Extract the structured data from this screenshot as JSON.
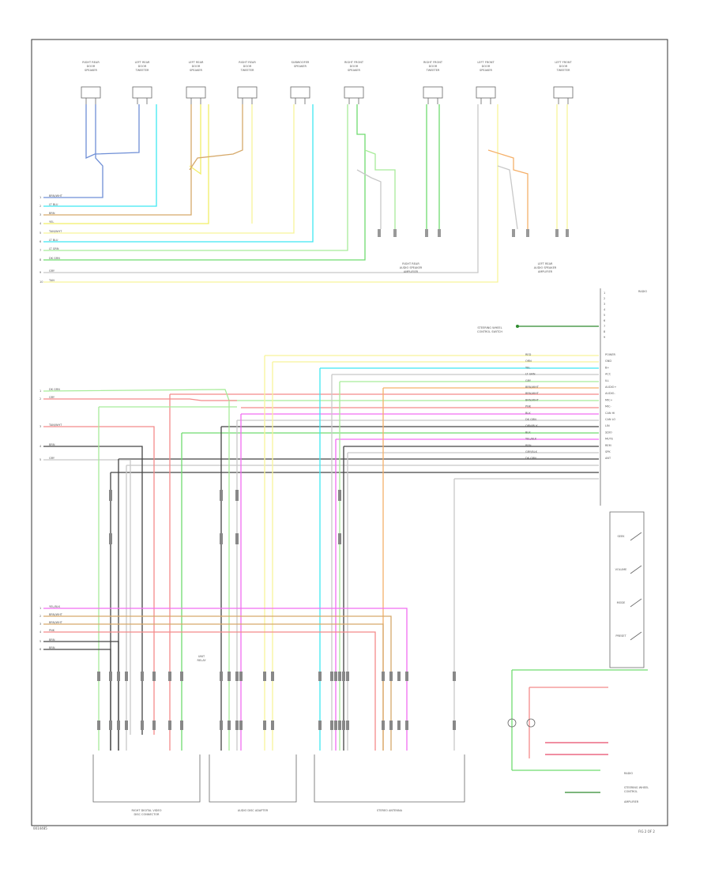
{
  "diagram": {
    "footer_code": "0014485",
    "page_ref": "FIG 2 OF 2",
    "colors": {
      "blue": "#6f8fd6",
      "cyan": "#3fe8f2",
      "tan": "#d6a96a",
      "yellow": "#f2ef66",
      "light_yellow": "#f7f49a",
      "green": "#6fdc6f",
      "light_green": "#a8ec9a",
      "gray": "#c8c8c8",
      "pink": "#f38a8a",
      "magenta": "#f26df2",
      "dark_gray": "#444444",
      "orange": "#f5b06a",
      "dark_green": "#2e8b2e",
      "red": "#e64a6a"
    },
    "speakers": [
      {
        "id": "sp1",
        "label": "RIGHT REAR\nDOOR\nSPEAKER"
      },
      {
        "id": "sp2",
        "label": "LEFT REAR\nDOOR\nTWEETER"
      },
      {
        "id": "sp3",
        "label": "LEFT REAR\nDOOR\nSPEAKER"
      },
      {
        "id": "sp4",
        "label": "RIGHT REAR\nDOOR\nTWEETER"
      },
      {
        "id": "sp5",
        "label": "SUBWOOFER\nSPEAKER"
      },
      {
        "id": "sp6",
        "label": "RIGHT FRONT\nDOOR\nSPEAKER"
      },
      {
        "id": "sp7",
        "label": "RIGHT FRONT\nDOOR\nTWEETER"
      },
      {
        "id": "sp8",
        "label": "LEFT FRONT\nDOOR\nSPEAKER"
      },
      {
        "id": "sp9",
        "label": "LEFT FRONT\nDOOR\nTWEETER"
      }
    ],
    "left_wire_labels": [
      "BRN/WHT",
      "LT BLU",
      "BRN",
      "YEL",
      "TAN/WHT",
      "LT BLU",
      "LT GRN",
      "DK GRN",
      "GRY",
      "TAN"
    ],
    "mid_left_labels": [
      "DK GRN",
      "GRY",
      "TAN/WHT",
      "BRN",
      "GRY"
    ],
    "lower_left_labels": [
      "YEL/BLK",
      "BRN/WHT",
      "BRN/WHT",
      "PNK",
      "BRN",
      "BRN"
    ],
    "right_pin_labels": [
      "RED",
      "ORN",
      "YEL",
      "LT GRN",
      "GRY",
      "BRN/WHT",
      "BRN/WHT",
      "BRN/WHT",
      "PNK",
      "BLK",
      "DK GRN",
      "ORN/BLK",
      "BLK",
      "YEL/BLK",
      "BRN",
      "GRY/BLK",
      "DK GRN"
    ],
    "right_block_labels": [
      "POWER",
      "GND",
      "B+",
      "ACC",
      "ILL",
      "AUDIO+",
      "AUDIO-",
      "MIC+",
      "MIC-",
      "CAN HI",
      "CAN LO",
      "LIN",
      "SDIO",
      "MUTE",
      "REM",
      "SPK",
      "ANT"
    ],
    "switch_labels": [
      "SEEK",
      "VOLUME",
      "MODE",
      "PRESET"
    ],
    "bottom_modules": [
      {
        "id": "m1",
        "label": "RIGHT DIGITAL VIDEO\nDISC CONNECTOR"
      },
      {
        "id": "m2",
        "label": "AUDIO DISC ADAPTER"
      },
      {
        "id": "m3",
        "label": "STEREO ANTENNA"
      }
    ],
    "mid_notes": {
      "splice_a": "RIGHT REAR\nAUDIO SPEAKER\nAMPLIFIER",
      "splice_b": "LEFT REAR\nAUDIO SPEAKER\nAMPLIFIER",
      "steering_note": "STEERING WHEEL\nCONTROL SWITCH",
      "right_notes": [
        "RADIO",
        "STEERING WHEEL\nCONTROL",
        "AMPLIFIER"
      ],
      "radio_label": "RADIO"
    },
    "device_label": "UNIT\nRELAY"
  }
}
